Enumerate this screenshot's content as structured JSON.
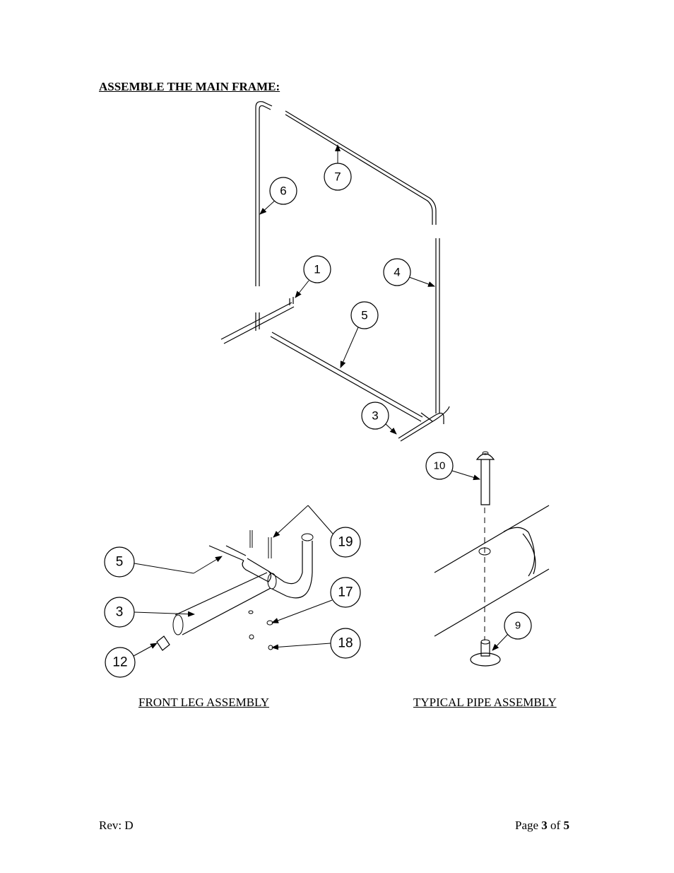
{
  "heading": "ASSEMBLE THE MAIN FRAME:",
  "captions": {
    "front_leg": "FRONT LEG ASSEMBLY",
    "typical_pipe": "TYPICAL PIPE ASSEMBLY"
  },
  "callouts": {
    "main": [
      "6",
      "7",
      "1",
      "4",
      "5",
      "3"
    ],
    "front_leg": [
      "19",
      "5",
      "17",
      "3",
      "18",
      "12"
    ],
    "pipe": [
      "10",
      "9"
    ]
  },
  "footer": {
    "rev": "Rev: D",
    "page_prefix": "Page",
    "page_current": "3",
    "page_of": "of",
    "page_total": "5"
  }
}
